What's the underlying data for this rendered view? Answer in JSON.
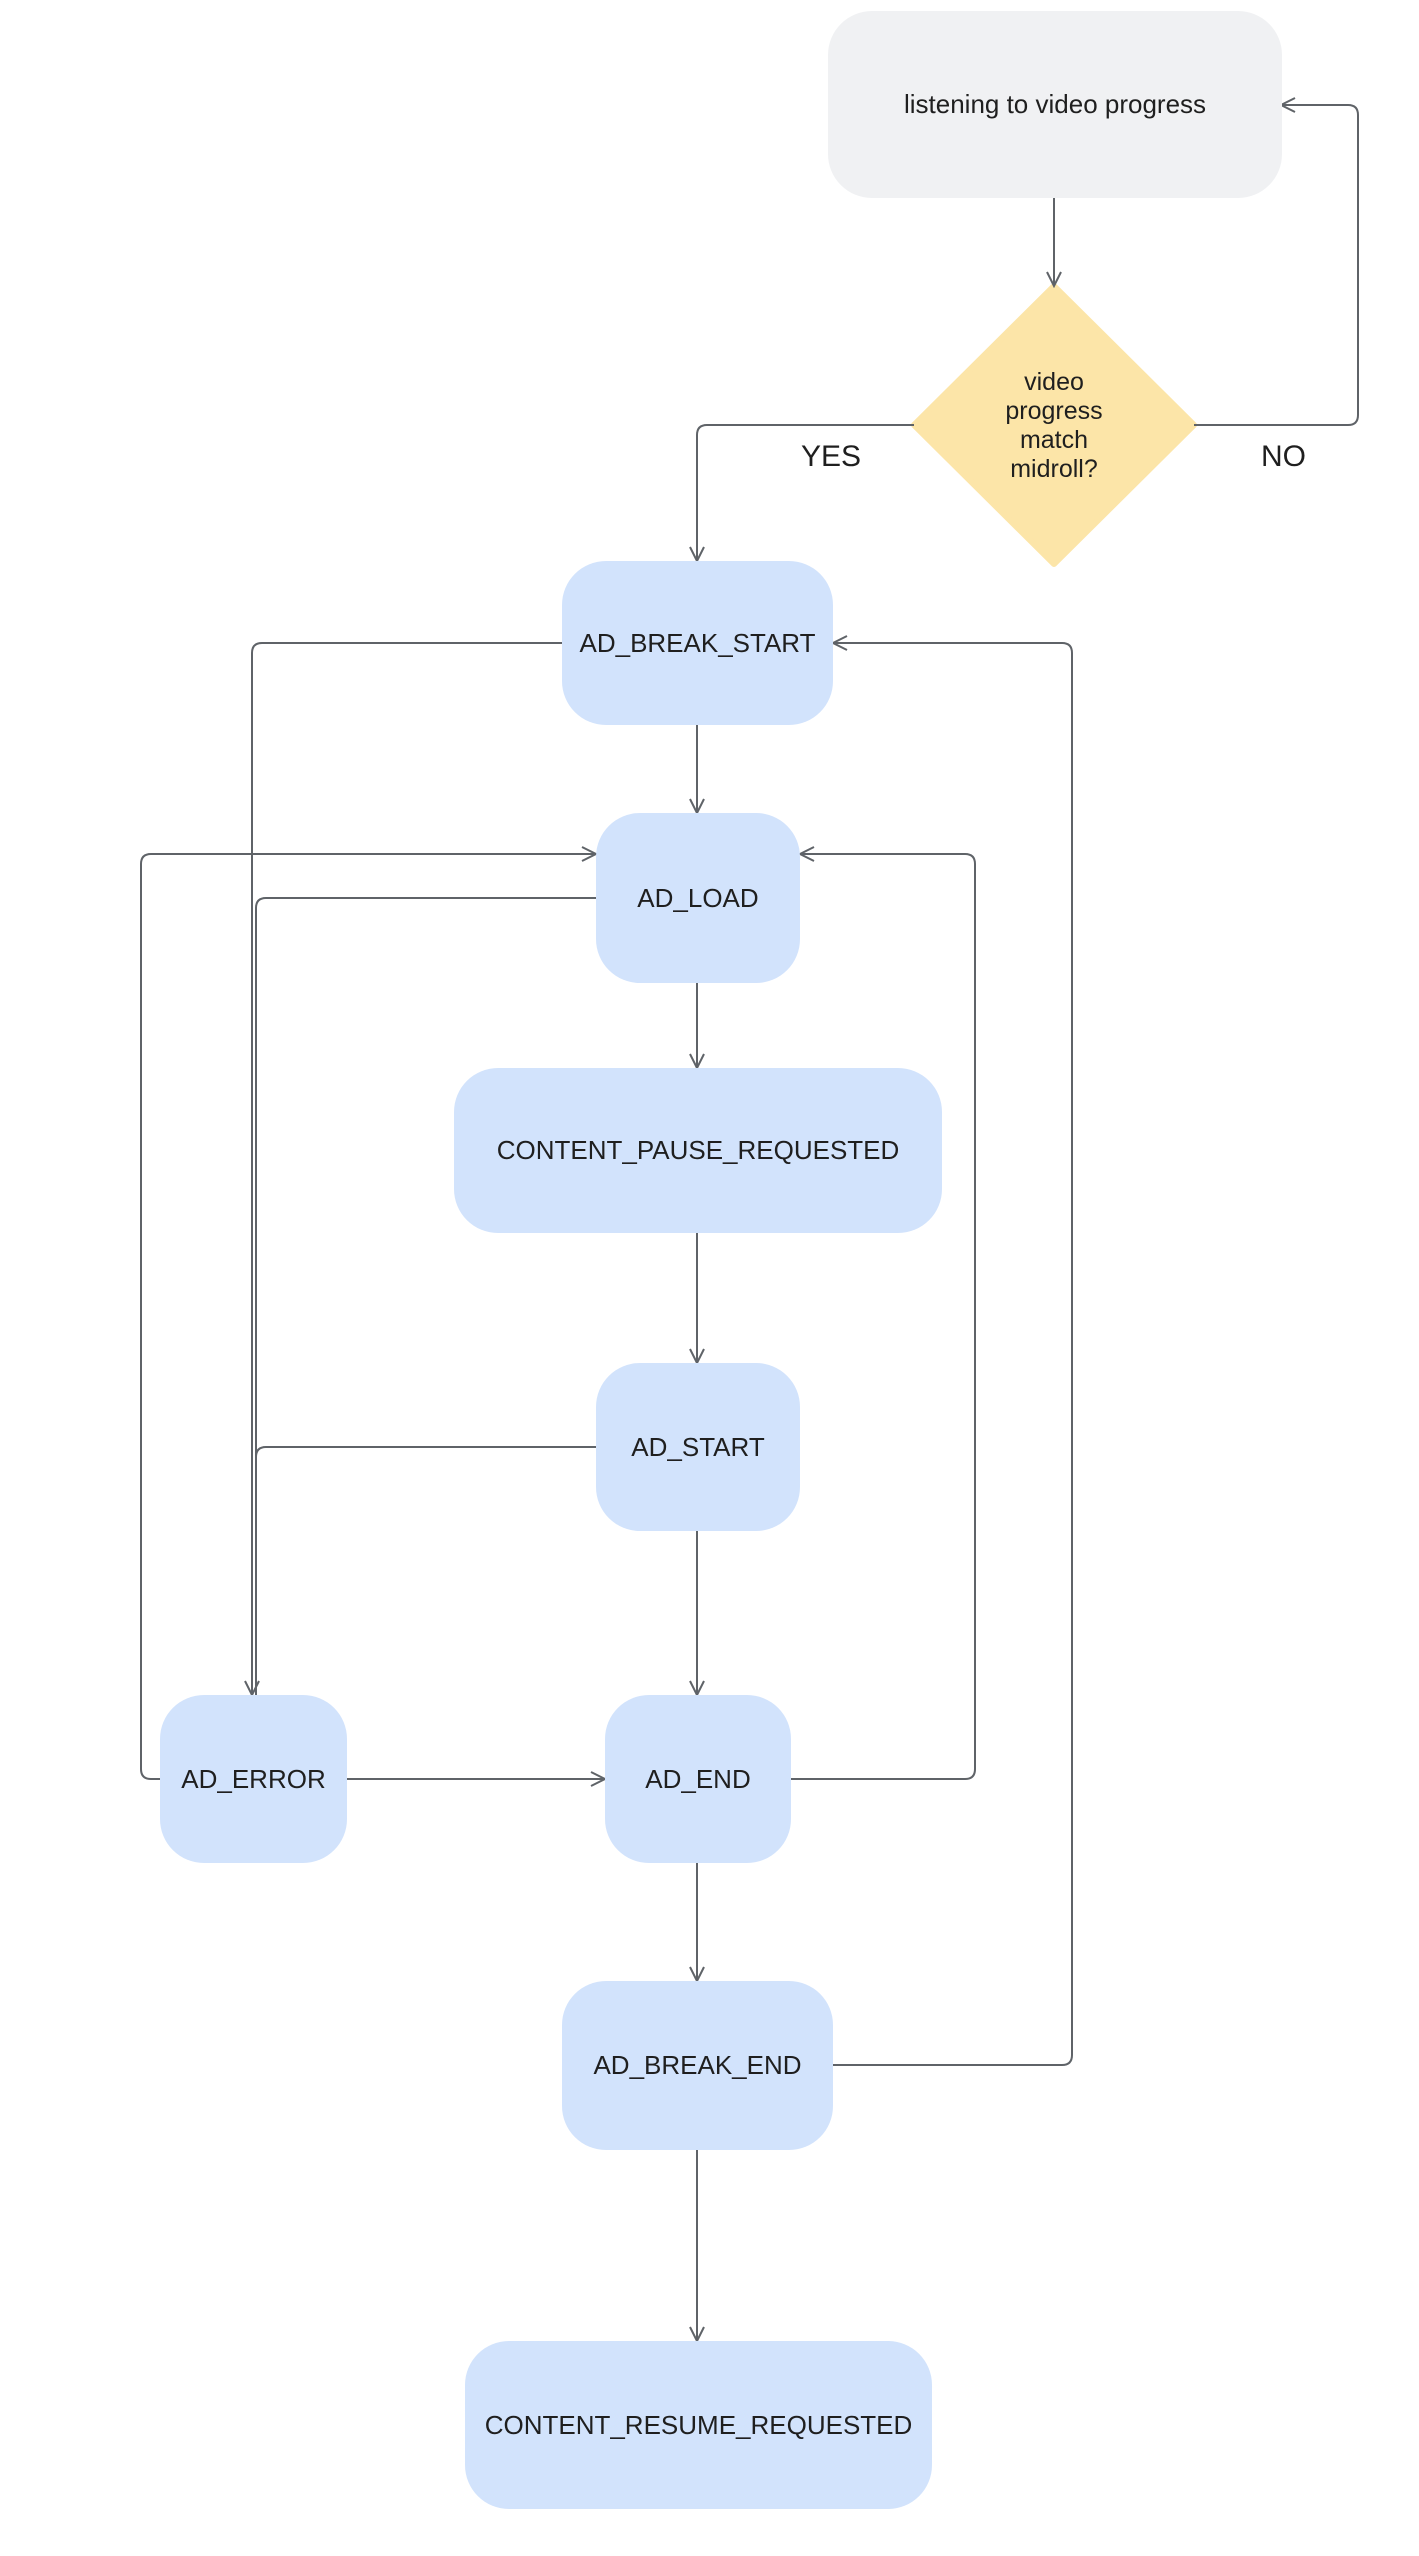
{
  "colors": {
    "start_fill": "#f0f1f3",
    "event_fill": "#d2e3fc",
    "decision_fill": "#fce5a8",
    "connector": "#5f6368",
    "text": "#1f1f1f"
  },
  "nodes": {
    "start": {
      "label": "listening to video progress"
    },
    "decision": {
      "lines": [
        "video",
        "progress",
        "match",
        "midroll?"
      ]
    },
    "ad_break_start": {
      "label": "AD_BREAK_START"
    },
    "ad_load": {
      "label": "AD_LOAD"
    },
    "content_pause_requested": {
      "label": "CONTENT_PAUSE_REQUESTED"
    },
    "ad_start": {
      "label": "AD_START"
    },
    "ad_error": {
      "label": "AD_ERROR"
    },
    "ad_end": {
      "label": "AD_END"
    },
    "ad_break_end": {
      "label": "AD_BREAK_END"
    },
    "content_resume_requested": {
      "label": "CONTENT_RESUME_REQUESTED"
    }
  },
  "edge_labels": {
    "yes": "YES",
    "no": "NO"
  }
}
